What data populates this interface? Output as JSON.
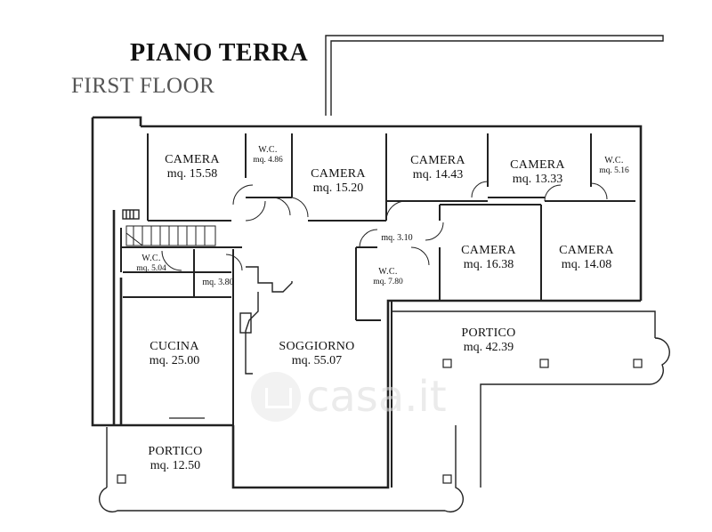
{
  "title": "PIANO TERRA",
  "subtitle": "FIRST FLOOR",
  "watermark": "casa.it",
  "rooms": {
    "camera1": {
      "name": "CAMERA",
      "area": "mq. 15.58"
    },
    "wc1": {
      "name": "W.C.",
      "area": "mq. 4.86"
    },
    "camera2": {
      "name": "CAMERA",
      "area": "mq. 15.20"
    },
    "camera3": {
      "name": "CAMERA",
      "area": "mq. 14.43"
    },
    "camera4": {
      "name": "CAMERA",
      "area": "mq. 13.33"
    },
    "wc2": {
      "name": "W.C.",
      "area": "mq. 5.16"
    },
    "corridor": {
      "area": "mq. 3.10"
    },
    "wc3": {
      "name": "W.C.",
      "area": "mq. 5.04"
    },
    "closet": {
      "area": "mq. 3.80"
    },
    "wc4": {
      "name": "W.C.",
      "area": "mq. 7.80"
    },
    "camera5": {
      "name": "CAMERA",
      "area": "mq. 16.38"
    },
    "camera6": {
      "name": "CAMERA",
      "area": "mq. 14.08"
    },
    "cucina": {
      "name": "CUCINA",
      "area": "mq. 25.00"
    },
    "soggiorno": {
      "name": "SOGGIORNO",
      "area": "mq. 55.07"
    },
    "portico1": {
      "name": "PORTICO",
      "area": "mq. 42.39"
    },
    "portico2": {
      "name": "PORTICO",
      "area": "mq. 12.50"
    }
  }
}
